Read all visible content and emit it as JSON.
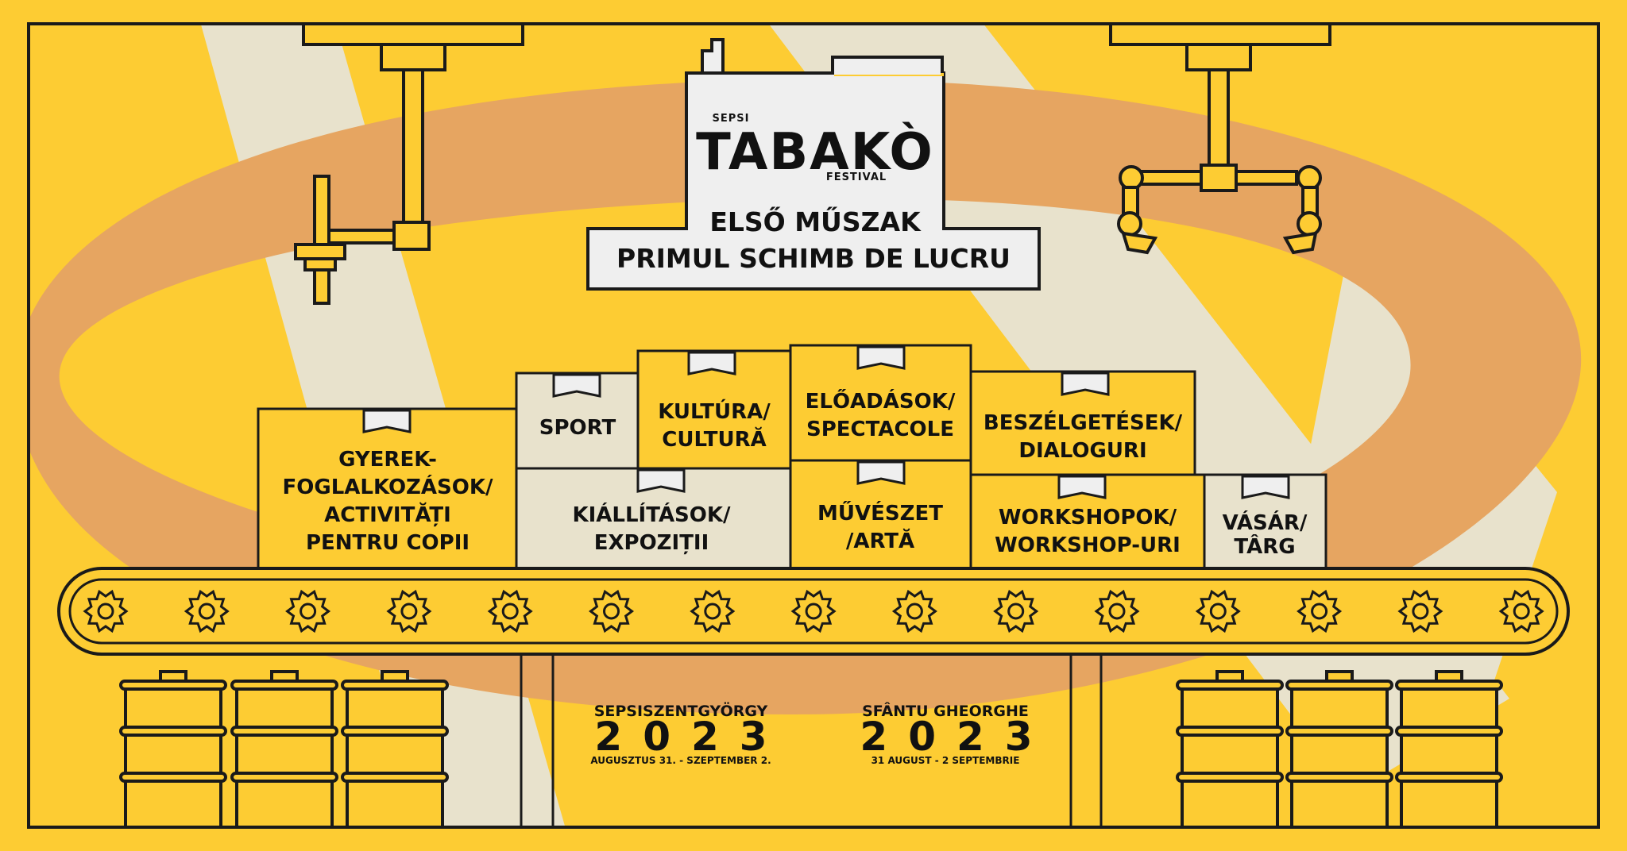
{
  "colors": {
    "background": "#fdcc33",
    "band_orange": "#e6a561",
    "band_light": "#e8e2cc",
    "ink": "#1a1a1a",
    "panel": "#efefef"
  },
  "logo": {
    "sepsi": "SEPSI",
    "name": "TABAKÒ",
    "festival": "FESTIVAL"
  },
  "headline": {
    "hu": "ELSŐ MŰSZAK",
    "ro": "PRIMUL SCHIMB DE LUCRU"
  },
  "boxes": {
    "sport": "SPORT",
    "kultura_1": "KULTÚRA/",
    "kultura_2": "CULTURĂ",
    "eloadasok_1": "ELŐADÁSOK/",
    "eloadasok_2": "SPECTACOLE",
    "beszelgetesek_1": "BESZÉLGETÉSEK/",
    "beszelgetesek_2": "DIALOGURI",
    "gyerek_1": "GYEREK-",
    "gyerek_2": "FOGLALKOZÁSOK/",
    "gyerek_3": "ACTIVITĂȚI",
    "gyerek_4": "PENTRU COPII",
    "kiallitasok_1": "KIÁLLÍTÁSOK/",
    "kiallitasok_2": "EXPOZIȚII",
    "muveszet_1": "MŰVÉSZET",
    "muveszet_2": "/ARTĂ",
    "workshopok_1": "WORKSHOPOK/",
    "workshopok_2": "WORKSHOP-URI",
    "vasar_1": "VÁSÁR/",
    "vasar_2": "TÂRG"
  },
  "dates": {
    "hu_city": "SEPSISZENTGYÖRGY",
    "hu_year": "2023",
    "hu_range": "AUGUSZTUS 31. - SZEPTEMBER 2.",
    "ro_city": "SFÂNTU GHEORGHE",
    "ro_year": "2023",
    "ro_range": "31 AUGUST - 2 SEPTEMBRIE"
  },
  "icons": {
    "gear": "gear-icon",
    "barrel": "barrel-icon",
    "robot_arm": "robot-arm-icon",
    "chimney": "factory-chimney-icon"
  }
}
